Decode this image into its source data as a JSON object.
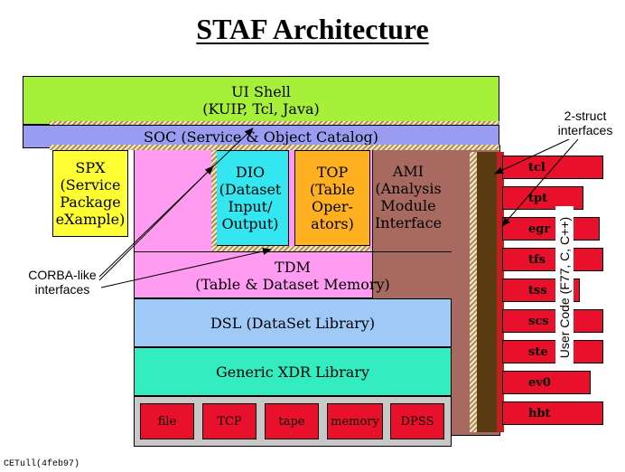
{
  "title": "STAF Architecture",
  "ui_shell": {
    "line1": "UI Shell",
    "line2": "(KUIP, Tcl, Java)"
  },
  "soc": "SOC (Service & Object Catalog)",
  "spx": "SPX\n(Service\nPackage\neXample)",
  "dio": "DIO\n(Dataset\nInput/\nOutput)",
  "top": "TOP\n(Table\nOper-\nators)",
  "ami": "AMI\n(Analysis\nModule\nInterface",
  "tdm": {
    "line1": "TDM",
    "line2": "(Table & Dataset Memory)"
  },
  "dsl": "DSL (DataSet Library)",
  "xdr": "Generic XDR Library",
  "io_boxes": [
    "file",
    "TCP",
    "tape",
    "memory",
    "DPSS"
  ],
  "tabs": [
    "tcl",
    "tpt",
    "egr",
    "tfs",
    "tss",
    "scs",
    "ste",
    "ev0",
    "hbt"
  ],
  "user_code": "User Code (F77, C, C++)",
  "two_struct": "2-struct\ninterfaces",
  "corba": "CORBA-like\ninterfaces",
  "footer": "CETull(4feb97)",
  "colors": {
    "ui_shell": "#a6f03c",
    "soc": "#9a9cf2",
    "pink": "#ff9cf2",
    "spx": "#ffff33",
    "dio": "#33e6f0",
    "top": "#ffb020",
    "ami": "#a86a60",
    "dsl": "#9fcaf7",
    "xdr": "#33ecc0",
    "io_area": "#c8c8c8",
    "io_box": "#e8102a",
    "tab": "#e8102a",
    "bus": "#8c5a18"
  }
}
